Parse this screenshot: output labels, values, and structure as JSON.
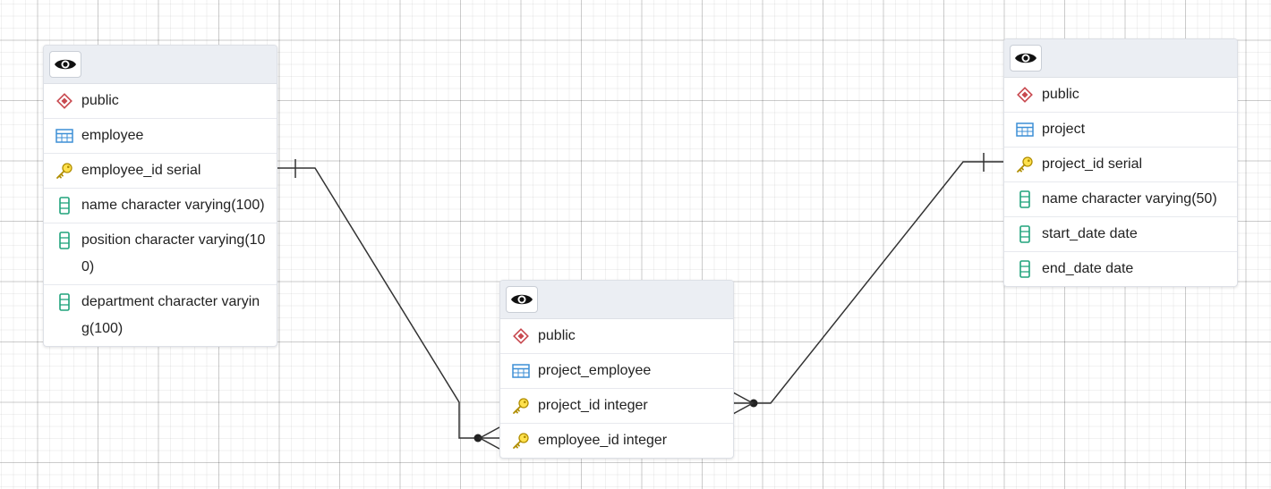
{
  "diagram": {
    "tables": [
      {
        "schema": "public",
        "name": "employee",
        "columns": [
          {
            "text": "employee_id serial",
            "kind": "key"
          },
          {
            "text": "name character varying(100)",
            "kind": "column"
          },
          {
            "text": "position character varying(100)",
            "kind": "column"
          },
          {
            "text": "department character varying(100)",
            "kind": "column"
          }
        ]
      },
      {
        "schema": "public",
        "name": "project_employee",
        "columns": [
          {
            "text": "project_id integer",
            "kind": "key"
          },
          {
            "text": "employee_id integer",
            "kind": "key"
          }
        ]
      },
      {
        "schema": "public",
        "name": "project",
        "columns": [
          {
            "text": "project_id serial",
            "kind": "key"
          },
          {
            "text": "name character varying(50)",
            "kind": "column"
          },
          {
            "text": "start_date date",
            "kind": "column"
          },
          {
            "text": "end_date date",
            "kind": "column"
          }
        ]
      }
    ],
    "relationships": [
      {
        "from": "employee.employee_id",
        "to": "project_employee.employee_id",
        "from_end": "one",
        "to_end": "many"
      },
      {
        "from": "project.project_id",
        "to": "project_employee.project_id",
        "from_end": "one",
        "to_end": "many"
      }
    ],
    "icons": {
      "header": "eye-icon",
      "schema": "schema-icon",
      "table": "table-icon",
      "key": "key-icon",
      "column": "column-icon"
    },
    "colors": {
      "schema_icon": "#c8494f",
      "table_icon": "#3d8fd6",
      "key_icon": "#e6b800",
      "column_icon": "#21a37c",
      "header_bg": "#ebeef3",
      "link": "#333333"
    }
  }
}
